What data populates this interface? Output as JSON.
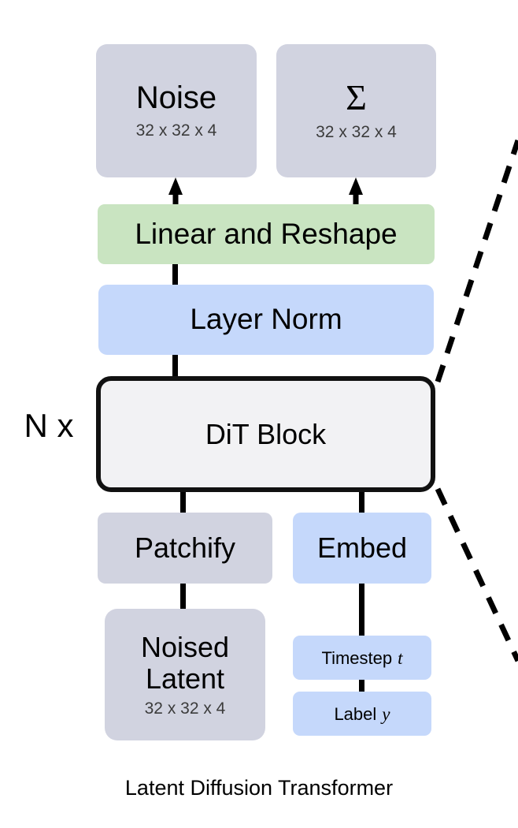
{
  "figure": {
    "caption": "Latent Diffusion Transformer",
    "repeat_label": "N x",
    "colors": {
      "grey": "#d1d3e0",
      "green": "#c9e4c1",
      "blue": "#c5d8fb",
      "block_fill": "#f2f2f4",
      "stroke": "#000000",
      "background": "#ffffff"
    }
  },
  "nodes": {
    "noise": {
      "title": "Noise",
      "shape": "32 x 32 x 4",
      "color": "grey"
    },
    "sigma": {
      "title": "Σ",
      "shape": "32 x 32 x 4",
      "color": "grey"
    },
    "linear_and_reshape": {
      "title": "Linear and Reshape",
      "color": "green"
    },
    "layer_norm": {
      "title": "Layer Norm",
      "color": "blue"
    },
    "dit_block": {
      "title": "DiT Block",
      "color": "block_fill"
    },
    "patchify": {
      "title": "Patchify",
      "color": "grey"
    },
    "embed": {
      "title": "Embed",
      "color": "blue"
    },
    "noised_latent": {
      "title_line1": "Noised",
      "title_line2": "Latent",
      "shape": "32 x 32 x 4",
      "color": "grey"
    },
    "timestep": {
      "label": "Timestep",
      "variable": "t",
      "color": "blue"
    },
    "label": {
      "label": "Label",
      "variable": "y",
      "color": "blue"
    }
  },
  "edges": [
    {
      "from": "linear_and_reshape",
      "to": "noise",
      "style": "arrow"
    },
    {
      "from": "linear_and_reshape",
      "to": "sigma",
      "style": "arrow"
    },
    {
      "from": "layer_norm",
      "to": "linear_and_reshape",
      "style": "solid"
    },
    {
      "from": "dit_block",
      "to": "layer_norm",
      "style": "solid"
    },
    {
      "from": "patchify",
      "to": "dit_block",
      "style": "solid"
    },
    {
      "from": "embed",
      "to": "dit_block",
      "style": "solid"
    },
    {
      "from": "noised_latent",
      "to": "patchify",
      "style": "solid"
    },
    {
      "from": "timestep",
      "to": "embed",
      "style": "solid"
    },
    {
      "from": "label",
      "to": "timestep",
      "style": "solid"
    },
    {
      "from": "dit_block",
      "to": "detail_view",
      "style": "dashed-callout-upper"
    },
    {
      "from": "dit_block",
      "to": "detail_view",
      "style": "dashed-callout-lower"
    }
  ]
}
